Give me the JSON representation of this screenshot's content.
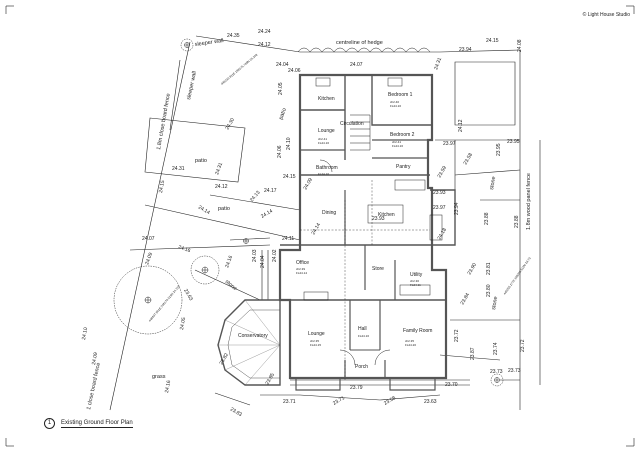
{
  "copyright": "© Light House Studio",
  "caption": {
    "number": "1",
    "title": "Existing Ground Floor Plan"
  },
  "rooms": {
    "bedroom1": "Bedroom 1",
    "kitchen_up": "Kitchen",
    "lounge_up": "Lounge",
    "circulation": "Circulation",
    "bedroom2": "Bedroom 2",
    "pantry": "Pantry",
    "bathroom": "Bathroom",
    "dining": "Dining",
    "kitchen": "Kitchen",
    "office": "Office",
    "store": "Store",
    "utility": "Utility",
    "conservatory": "Conservatory",
    "lounge": "Lounge",
    "hall": "Hall",
    "family_room": "Family Room",
    "porch": "Porch"
  },
  "labels": {
    "sleeper_wall_top": "sleeper wall",
    "sleeper_wall_left": "sleeper wall",
    "hedge": "centreline of hedge",
    "patio_left": "patio",
    "patio_mid": "patio",
    "patio_small": "patio",
    "close_board_fence_upper": "1.8m close board fence",
    "close_board_fence_lower": "1 close board fence",
    "wood_panel_fence": "1.8m wood panel fence",
    "stone_east": "stone",
    "stone_mid": "stone",
    "stone_lower": "stone",
    "grass": "grass"
  },
  "levels": [
    "24.35",
    "24.24",
    "24.12",
    "24.15",
    "24.04",
    "24.07",
    "23.94",
    "24.15",
    "24.08",
    "24.06",
    "24.05",
    "24.10",
    "24.06",
    "24.30",
    "24.31",
    "24.31",
    "24.12",
    "24.15",
    "24.17",
    "24.15",
    "24.14",
    "24.14",
    "24.07",
    "24.11",
    "24.16",
    "24.09",
    "24.16",
    "24.12",
    "23.97",
    "23.95",
    "23.93",
    "23.97",
    "23.59",
    "23.58",
    "23.88",
    "23.84",
    "23.80",
    "23.72",
    "23.74",
    "23.73",
    "23.72",
    "23.73",
    "23.70",
    "23.63",
    "23.58",
    "23.79",
    "23.71",
    "23.71",
    "23.76",
    "23.85",
    "23.83",
    "23.82",
    "24.03",
    "24.04",
    "24.02",
    "24.14",
    "24.18",
    "24.10",
    "24.09",
    "23.63",
    "24.05",
    "24.09",
    "24.14",
    "24.13",
    "23.88",
    "23.81",
    "23.90",
    "24.16",
    "24.26",
    "24.08",
    "23.93",
    "23.81",
    "23.68",
    "23.94",
    "23.87",
    "24.18"
  ],
  "room_levels": {
    "bedroom1": [
      "ch2.40",
      "FL24.16"
    ],
    "kitchen_up": [
      "ch2.41",
      "FL24.16"
    ],
    "lounge_up": [
      "ch2.41",
      "FL24.16"
    ],
    "bedroom2": [
      "ch2.41",
      "FL24.16"
    ],
    "bathroom": [
      "ch2.41",
      "FL24.16"
    ],
    "dining": [
      "ch2.41",
      "FL24.16"
    ],
    "kitchen": [
      "ch2.41",
      "FL24.16"
    ],
    "office": [
      "ch2.39",
      "FL24.14"
    ],
    "utility": [
      "ch2.30",
      "FL24.11"
    ],
    "lounge": [
      "ch2.35",
      "FL24.15"
    ],
    "hall": [
      "FL24.16"
    ],
    "family_room": [
      "ch2.35",
      "FL24.20"
    ]
  },
  "tree_labels": [
    "446232.811E 198175.749N 24.108",
    "448837.901E 248170.519N 24.116",
    "446255.177E 198250.512N 23.73"
  ],
  "colors": {
    "line": "#222222",
    "wall": "#555555",
    "background": "#ffffff"
  }
}
